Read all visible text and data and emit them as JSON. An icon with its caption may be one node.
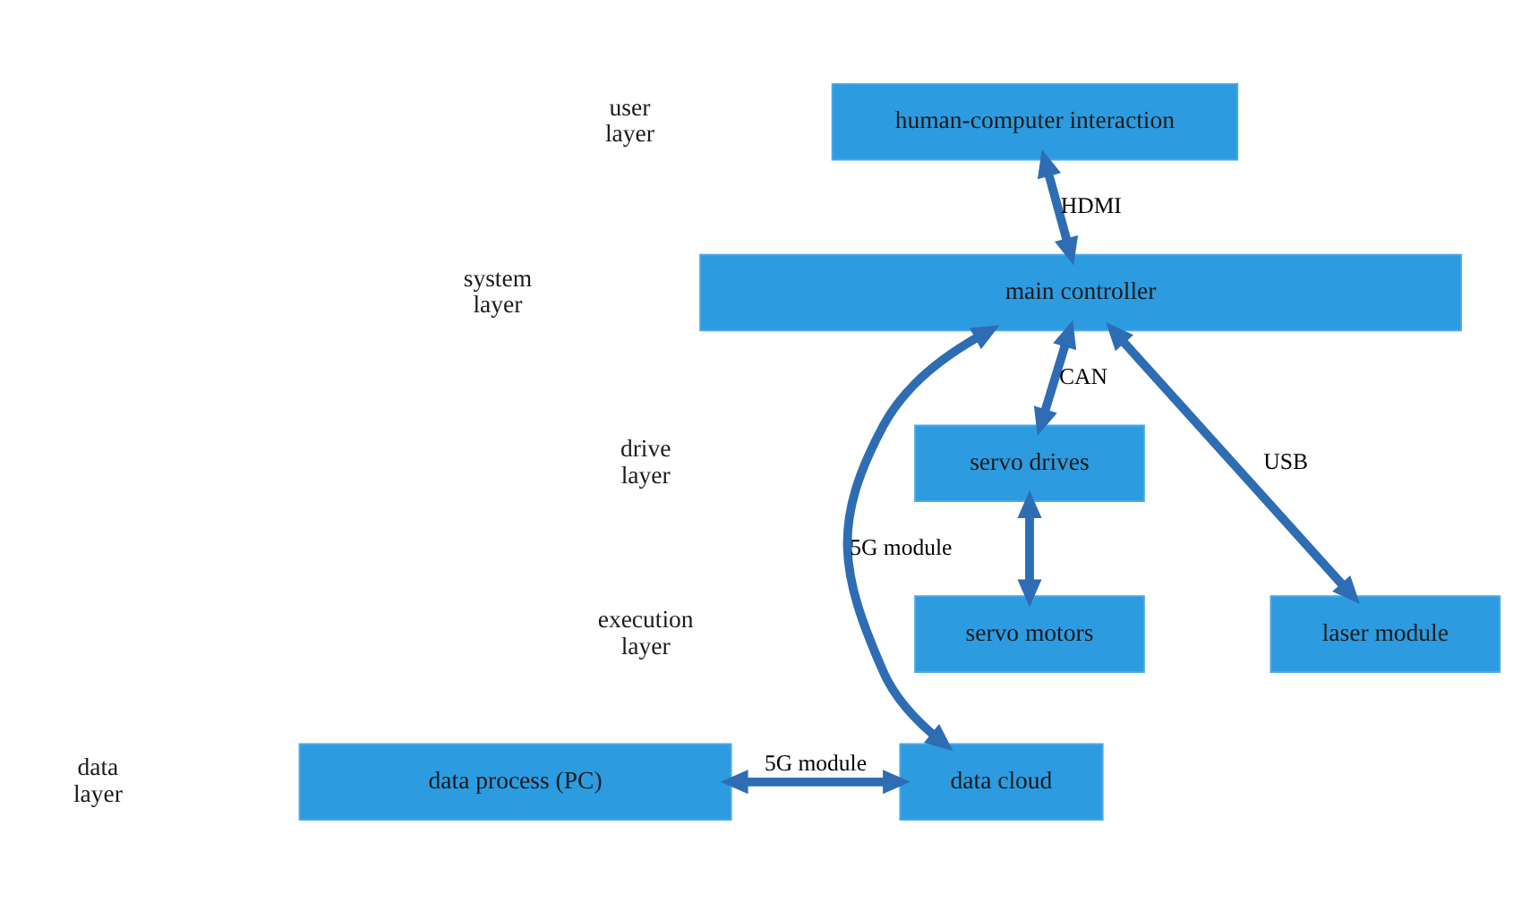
{
  "diagram": {
    "nodes": [
      {
        "text": [
          "human-computer interaction"
        ]
      },
      {
        "text": [
          "main controller"
        ]
      },
      {
        "text": [
          "servo drives"
        ]
      },
      {
        "text": [
          "servo motors"
        ]
      },
      {
        "text": [
          "laser module"
        ]
      },
      {
        "text": [
          "data process (PC)"
        ]
      },
      {
        "text": [
          "data cloud"
        ]
      }
    ],
    "edges": [
      {
        "from": 0,
        "to": 1,
        "arrow": "both",
        "label": "HDMI"
      },
      {
        "from": 1,
        "to": 2,
        "arrow": "both",
        "label": "CAN"
      },
      {
        "from": 2,
        "to": 3,
        "arrow": "both"
      },
      {
        "from": 1,
        "to": 4,
        "arrow": "both",
        "label": "USB"
      },
      {
        "from": 1,
        "to": 6,
        "arrow": "both",
        "label": "5G module"
      },
      {
        "from": 5,
        "to": 6,
        "arrow": "both",
        "label": "5G module"
      }
    ],
    "labels": [
      "user layer",
      "system layer",
      "drive layer",
      "execution layer",
      "data layer"
    ]
  }
}
